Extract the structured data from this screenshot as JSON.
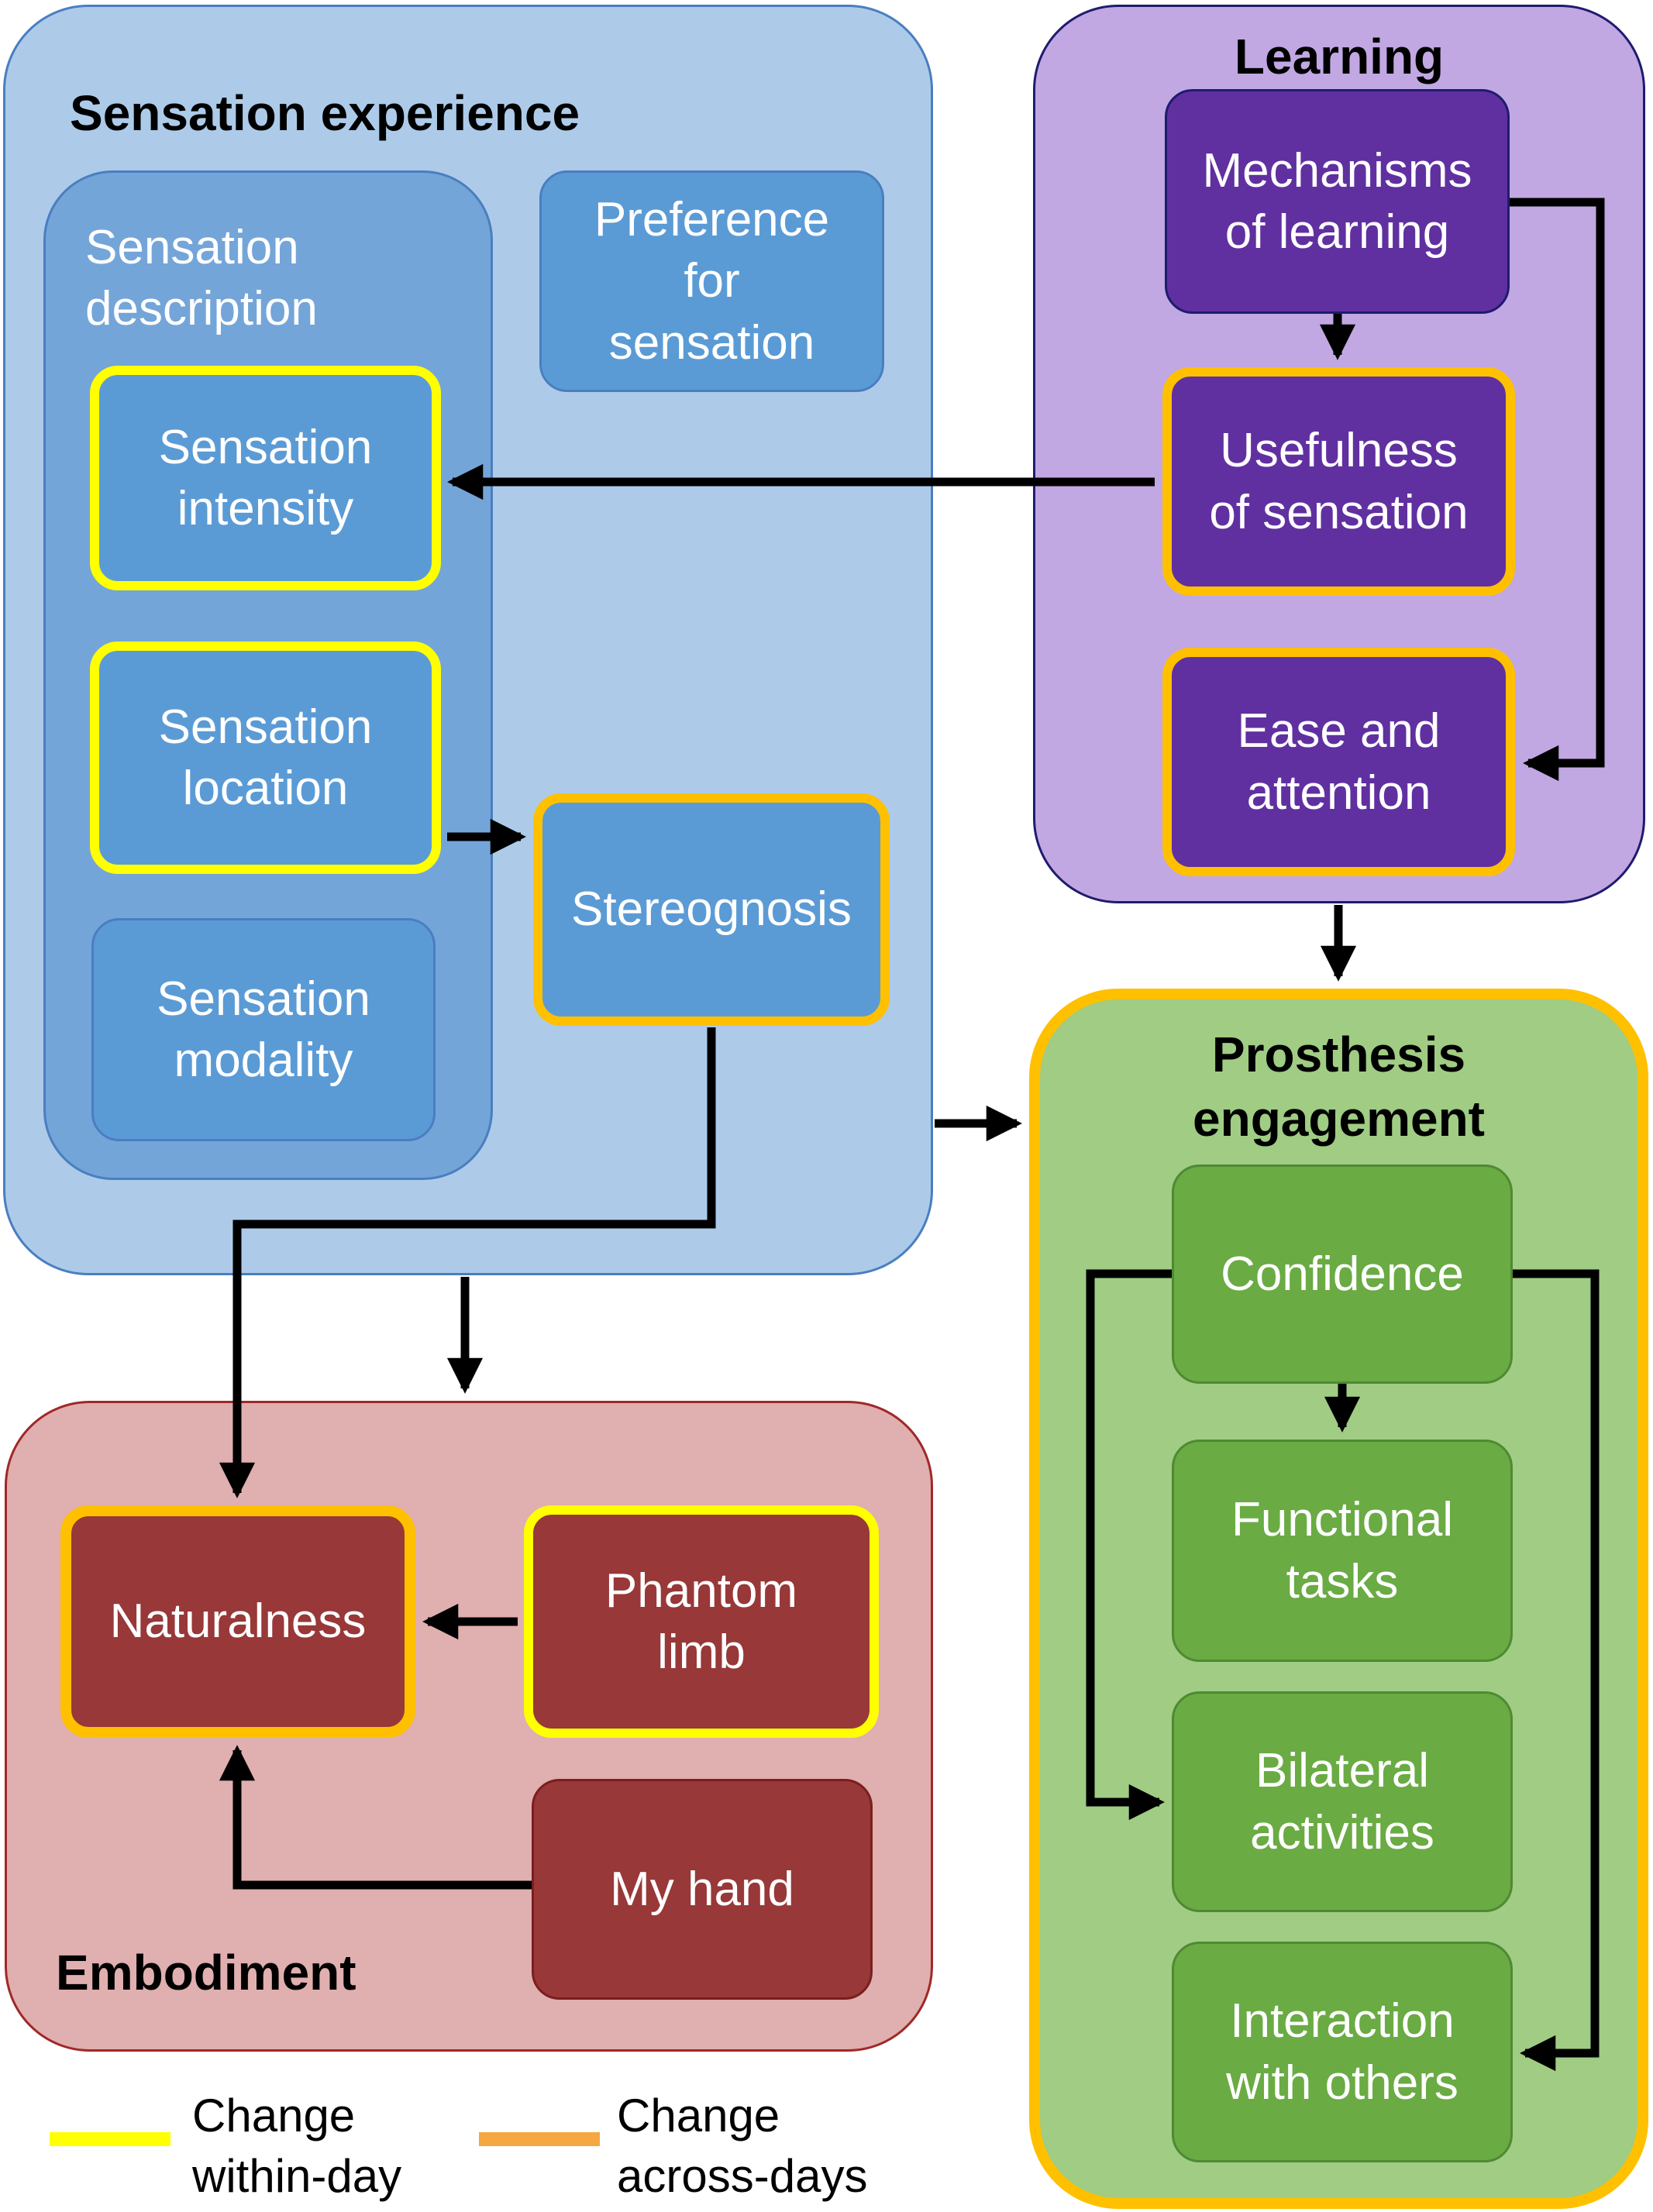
{
  "colors": {
    "within_day": "#FFFF00",
    "across_days": "#F5A742",
    "across_days_border": "#FFC000"
  },
  "sensation_experience": {
    "title": "Sensation experience",
    "description_group": "Sensation\ndescription",
    "intensity": "Sensation\nintensity",
    "location": "Sensation\nlocation",
    "modality": "Sensation\nmodality",
    "preference": "Preference\nfor\nsensation",
    "stereognosis": "Stereognosis"
  },
  "learning": {
    "title": "Learning",
    "mechanisms": "Mechanisms\nof learning",
    "usefulness": "Usefulness\nof sensation",
    "ease": "Ease and\nattention"
  },
  "prosthesis_engagement": {
    "title": "Prosthesis\nengagement",
    "confidence": "Confidence",
    "functional": "Functional\ntasks",
    "bilateral": "Bilateral\nactivities",
    "interaction": "Interaction\nwith others"
  },
  "embodiment": {
    "title": "Embodiment",
    "naturalness": "Naturalness",
    "phantom": "Phantom\nlimb",
    "my_hand": "My hand"
  },
  "legend": {
    "within_day": "Change\nwithin-day",
    "across_days": "Change\nacross-days"
  }
}
